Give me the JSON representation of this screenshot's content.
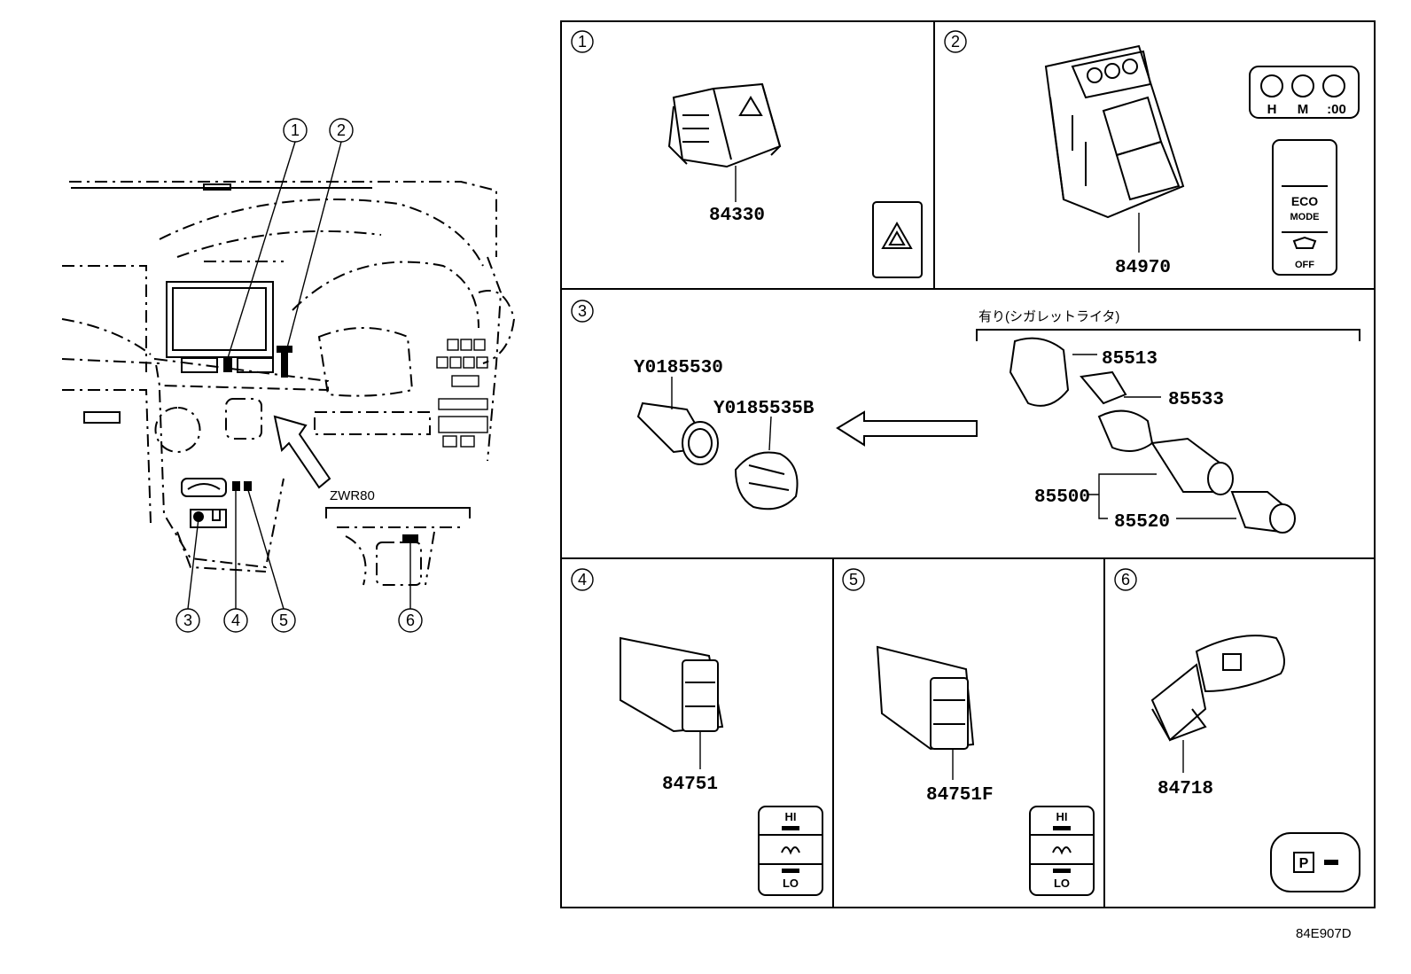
{
  "overview": {
    "callouts": [
      "1",
      "2",
      "3",
      "4",
      "5",
      "6"
    ],
    "variant_label": "ZWR80"
  },
  "panels": [
    {
      "index": "1",
      "parts": [
        "84330"
      ]
    },
    {
      "index": "2",
      "parts": [
        "84970"
      ],
      "timer_labels": [
        "H",
        "M",
        ":00"
      ],
      "eco_label": "ECO",
      "mode_label": "MODE",
      "off_label": "OFF"
    },
    {
      "index": "3",
      "parts": [
        "Y0185530",
        "Y0185535B",
        "85513",
        "85533",
        "85500",
        "85520"
      ],
      "note": "有り(シガレットライタ)"
    },
    {
      "index": "4",
      "parts": [
        "84751"
      ],
      "switch_labels": [
        "HI",
        "LO"
      ]
    },
    {
      "index": "5",
      "parts": [
        "84751F"
      ],
      "switch_labels": [
        "HI",
        "LO"
      ]
    },
    {
      "index": "6",
      "parts": [
        "84718"
      ],
      "p_label": "P"
    }
  ],
  "footer": {
    "code": "84E907D"
  }
}
